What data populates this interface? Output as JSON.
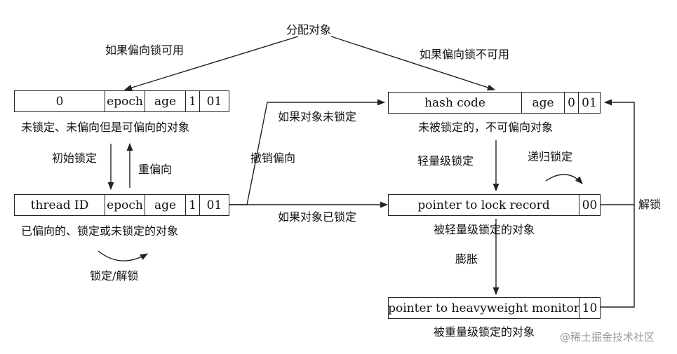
{
  "top": {
    "alloc": "分配对象",
    "biasable": "如果偏向锁可用",
    "not_biasable": "如果偏向锁不可用"
  },
  "box_unlocked_biasable": {
    "cells": [
      "0",
      "epoch",
      "age",
      "1",
      "01"
    ],
    "caption": "未锁定、未偏向但是可偏向的对象"
  },
  "box_biased": {
    "cells": [
      "thread ID",
      "epoch",
      "age",
      "1",
      "01"
    ],
    "caption": "已偏向的、锁定或未锁定的对象"
  },
  "box_unbiasable": {
    "cells": [
      "hash code",
      "age",
      "0",
      "01"
    ],
    "caption": "未被锁定的，不可偏向对象"
  },
  "box_light": {
    "cells": [
      "pointer to lock record",
      "00"
    ],
    "caption": "被轻量级锁定的对象"
  },
  "box_heavy": {
    "cells": [
      "pointer to heavyweight monitor",
      "10"
    ],
    "caption": "被重量级锁定的对象"
  },
  "edges": {
    "initial_lock": "初始锁定",
    "rebias": "重偏向",
    "lock_unlock": "锁定/解锁",
    "if_unlocked": "如果对象未锁定",
    "revoke_bias": "撤销偏向",
    "if_locked": "如果对象已锁定",
    "lightweight_lock": "轻量级锁定",
    "recursive_lock": "递归锁定",
    "inflate": "膨胀",
    "unlock": "解锁"
  },
  "watermark": "@稀土掘金技术社区",
  "colors": {
    "line": "#222222",
    "watermark": "#9a9a9a"
  }
}
